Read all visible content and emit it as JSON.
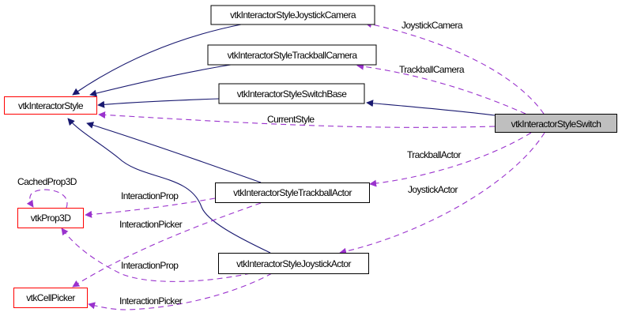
{
  "diagram": {
    "type": "collaboration-graph",
    "colors": {
      "inherit_edge": "#191970",
      "usage_edge": "#9a32cd",
      "node_border_default": "#000000",
      "node_border_external": "#ff0000",
      "node_fill_focus": "#bfbfbf",
      "node_fill": "#ffffff"
    },
    "nodes": {
      "joystick_camera": {
        "label": "vtkInteractorStyleJoystickCamera"
      },
      "trackball_camera": {
        "label": "vtkInteractorStyleTrackballCamera"
      },
      "switch_base": {
        "label": "vtkInteractorStyleSwitchBase"
      },
      "interactor_style": {
        "label": "vtkInteractorStyle"
      },
      "switch": {
        "label": "vtkInteractorStyleSwitch"
      },
      "trackball_actor": {
        "label": "vtkInteractorStyleTrackballActor"
      },
      "prop3d": {
        "label": "vtkProp3D"
      },
      "joystick_actor": {
        "label": "vtkInteractorStyleJoystickActor"
      },
      "cell_picker": {
        "label": "vtkCellPicker"
      }
    },
    "edge_labels": {
      "joystick_camera": "JoystickCamera",
      "trackball_camera": "TrackballCamera",
      "current_style": "CurrentStyle",
      "trackball_actor": "TrackballActor",
      "joystick_actor": "JoystickActor",
      "cached_prop3d": "CachedProp3D",
      "interaction_prop_1": "InteractionProp",
      "interaction_picker_1": "InteractionPicker",
      "interaction_prop_2": "InteractionProp",
      "interaction_picker_2": "InteractionPicker"
    }
  }
}
